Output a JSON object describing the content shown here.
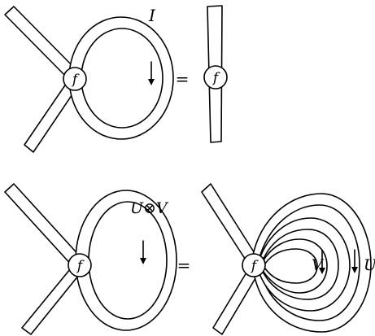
{
  "diagram": {
    "node_label": "f",
    "equals_sign": "=",
    "top": {
      "loop_label": "I"
    },
    "bottom": {
      "loop_label": "U⊗V",
      "inner_loop_label": "V",
      "outer_loop_label": "U"
    }
  }
}
